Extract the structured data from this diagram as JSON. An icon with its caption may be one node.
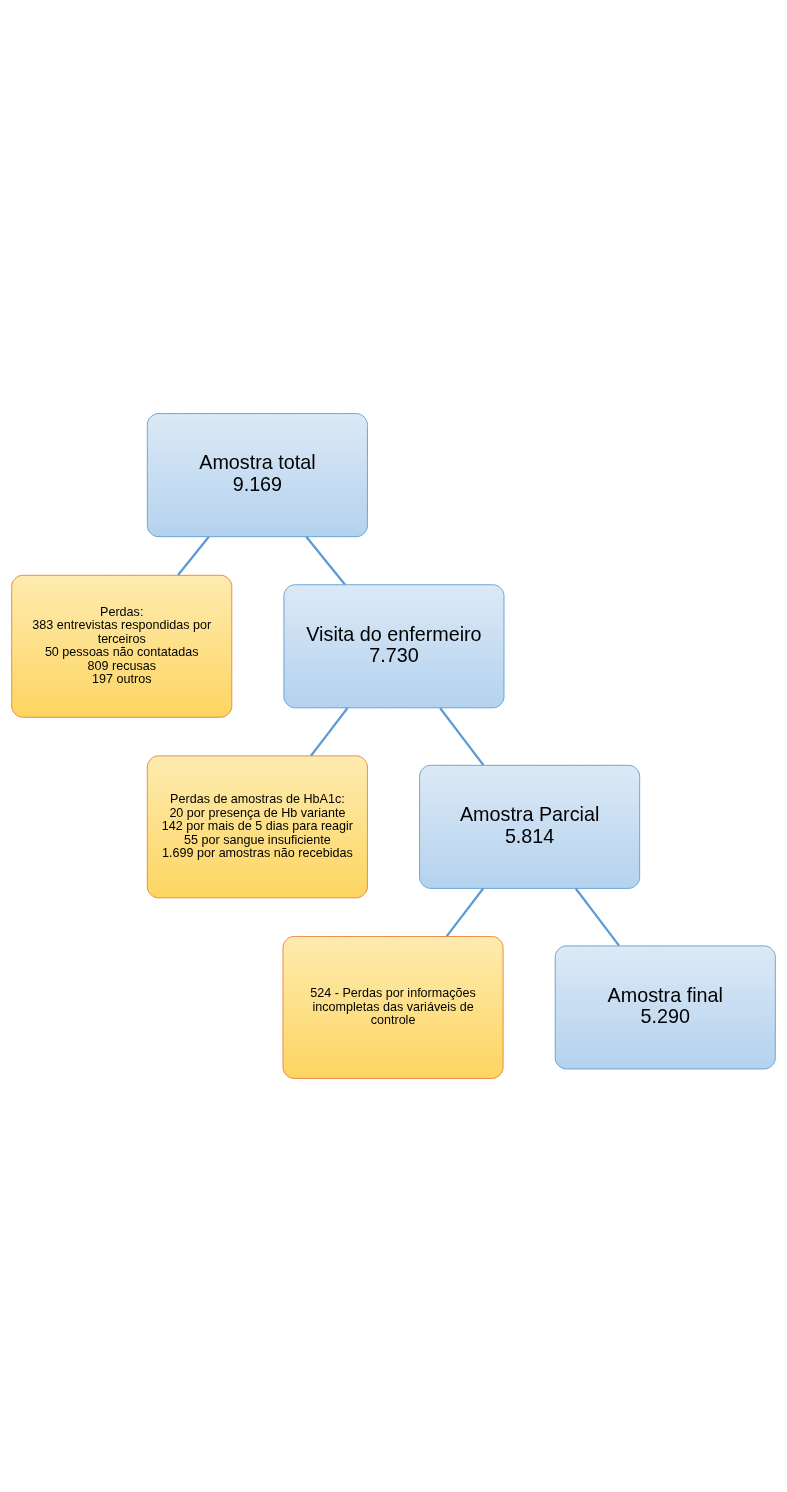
{
  "diagram": {
    "nodes": [
      {
        "text": [
          "Amostra total",
          "9.169"
        ]
      },
      {
        "text": [
          "Perdas:",
          "383 entrevistas respondidas por terceiros",
          "50 pessoas não contatadas",
          "809 recusas",
          "197 outros"
        ]
      },
      {
        "text": [
          "Visita do enfermeiro",
          "7.730"
        ]
      },
      {
        "text": [
          "Perdas de amostras de HbA1c:",
          "20 por presença de Hb variante",
          "142 por mais de 5 dias para reagir",
          "55 por sangue insuficiente",
          "1.699 por amostras não recebidas"
        ]
      },
      {
        "text": [
          "Amostra Parcial",
          "5.814"
        ]
      },
      {
        "text": [
          "524 - Perdas por informações incompletas das variáveis de controle"
        ]
      },
      {
        "text": [
          "Amostra final",
          "5.290"
        ]
      }
    ],
    "edges": [
      {
        "from": 0,
        "to": 2,
        "arrow": "none"
      },
      {
        "from": 0,
        "to": 1,
        "arrow": "none"
      },
      {
        "from": 2,
        "to": 4,
        "arrow": "none"
      },
      {
        "from": 2,
        "to": 3,
        "arrow": "none"
      },
      {
        "from": 4,
        "to": 6,
        "arrow": "none"
      },
      {
        "from": 4,
        "to": 5,
        "arrow": "none"
      }
    ]
  }
}
